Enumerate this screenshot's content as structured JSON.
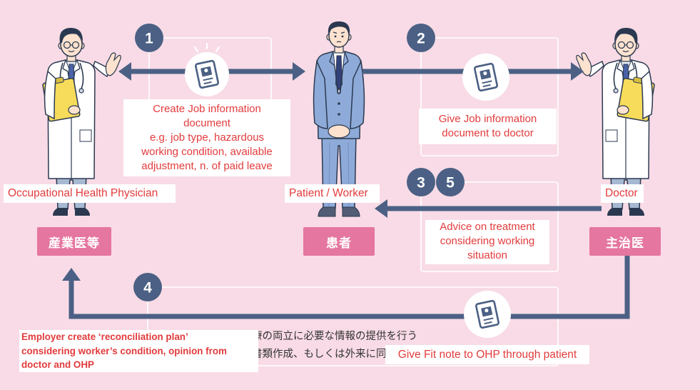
{
  "colors": {
    "background": "#f8dbe6",
    "arrow": "#4b6084",
    "label_pink": "#e5769f",
    "annotation_text": "#e33b3c",
    "panel_outline": "#ffffff"
  },
  "steps": {
    "one": "1",
    "two": "2",
    "three": "3",
    "five": "5",
    "four": "4"
  },
  "actors": {
    "ohp": {
      "label_ja": "産業医等",
      "label_en": "Occupational Health Physician",
      "figure": "doctor-with-clipboard-icon"
    },
    "patient": {
      "label_ja": "患者",
      "label_en": "Patient / Worker",
      "figure": "businessman-icon"
    },
    "doctor": {
      "label_ja": "主治医",
      "label_en": "Doctor",
      "figure": "doctor-with-clipboard-icon"
    }
  },
  "annotations": {
    "step1": {
      "lines": [
        "Create Job information",
        "document",
        "e.g. job type, hazardous",
        "working condition, available",
        "adjustment, n. of paid leave"
      ]
    },
    "step2": {
      "lines": [
        "Give Job information",
        "document to doctor"
      ]
    },
    "step3_5": {
      "lines": [
        "Advice on treatment",
        "considering working",
        "situation"
      ]
    },
    "step4_plan": {
      "lines": [
        "Employer create ‘reconciliation plan’",
        "considering worker’s condition, opinion from",
        "doctor and OHP"
      ]
    },
    "step4_fitnote": {
      "text": "Give Fit note to OHP through patient"
    }
  },
  "background_text": {
    "line1": "療の両立に必要な情報の提供を行う",
    "line2": "書類作成、もしくは外来に同"
  },
  "icons": {
    "step1": "document-icon",
    "step2": "document-icon",
    "step4": "document-icon"
  }
}
